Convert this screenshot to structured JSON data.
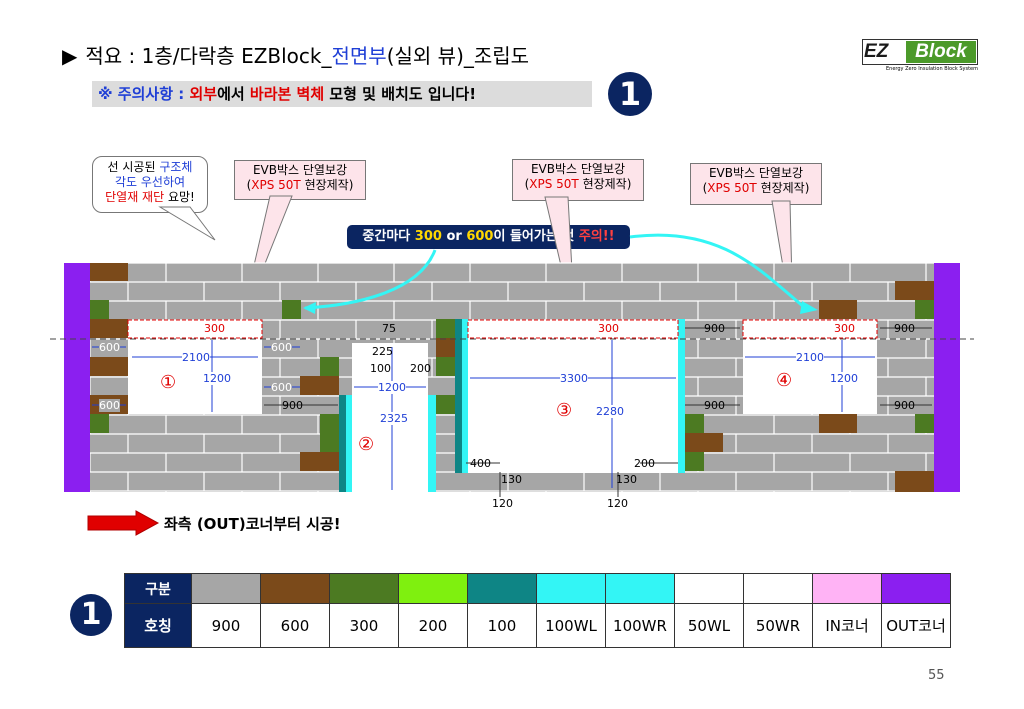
{
  "title": {
    "prefix": "적요 : 1층/다락층 EZBlock_",
    "highlight": "전면부",
    "suffix": "(실외 뷰)_조립도"
  },
  "warning": {
    "mark": "※ 주의사항 : ",
    "w1": "외부",
    "w2": "에서 ",
    "w3": "바라본 벽체",
    "w4": " 모형 및 배치도 입니다!"
  },
  "badge_number": "1",
  "logo": {
    "ez": "EZ",
    "block": "Block",
    "tagline": "Energy Zero Insulation Block System"
  },
  "callouts": {
    "left": {
      "l1a": "선 시공된 ",
      "l1b": "구조체",
      "l2": "각도 우선하여",
      "l3a": "단열재 재단",
      "l3b": " 요망!"
    },
    "evb1": {
      "line1": "EVB박스 단열보강",
      "open": "(",
      "red": "XPS 50T",
      "close": " 현장제작)"
    },
    "evb2": {
      "line1": "EVB박스 단열보강",
      "open": "(",
      "red": "XPS 50T",
      "close": " 현장제작)"
    },
    "evb3": {
      "line1": "EVB박스 단열보강",
      "open": "(",
      "red": "XPS 50T",
      "close": " 현장제작)"
    }
  },
  "middle_note": {
    "a": "중간마다 ",
    "b": "300",
    "c": " or ",
    "d": "600",
    "e": "이 들어가는 것 ",
    "f": "주의!!"
  },
  "arrow_note": "좌측 (OUT)코너부터 시공!",
  "dimensions": {
    "d300a": "300",
    "d600a": "600",
    "d2100a": "2100",
    "d600b": "600",
    "d1200a": "1200",
    "d600c": "600",
    "d600d": "600",
    "d900a": "900",
    "d75": "75",
    "d225": "225",
    "d100": "100",
    "d200a": "200",
    "d1200b": "1200",
    "d2325": "2325",
    "d300b": "300",
    "d900b": "900",
    "d3300": "3300",
    "d2280": "2280",
    "d900c": "900",
    "d400": "400",
    "d130a": "130",
    "d120a": "120",
    "d200b": "200",
    "d130b": "130",
    "d120b": "120",
    "d300c": "300",
    "d900d": "900",
    "d2100b": "2100",
    "d1200c": "1200",
    "d900e": "900"
  },
  "openings": [
    "①",
    "②",
    "③",
    "④"
  ],
  "legend": {
    "row1_header": "구분",
    "row2_header": "호칭",
    "items": [
      {
        "color": "#a6a6a6",
        "label": "900"
      },
      {
        "color": "#7b4a1a",
        "label": "600"
      },
      {
        "color": "#4c7a22",
        "label": "300"
      },
      {
        "color": "#7ff00f",
        "label": "200"
      },
      {
        "color": "#0e8585",
        "label": "100"
      },
      {
        "color": "#33f5f5",
        "label": "100WL"
      },
      {
        "color": "#33f5f5",
        "label": "100WR"
      },
      {
        "color": "#ffffff",
        "label": "50WL"
      },
      {
        "color": "#ffffff",
        "label": "50WR"
      },
      {
        "color": "#ffb3f5",
        "label": "IN코너"
      },
      {
        "color": "#8b1ff0",
        "label": "OUT코너"
      }
    ]
  },
  "page_number": "55",
  "colors": {
    "navy": "#0b2561",
    "blue": "#1f3fd6",
    "red": "#e00000"
  }
}
